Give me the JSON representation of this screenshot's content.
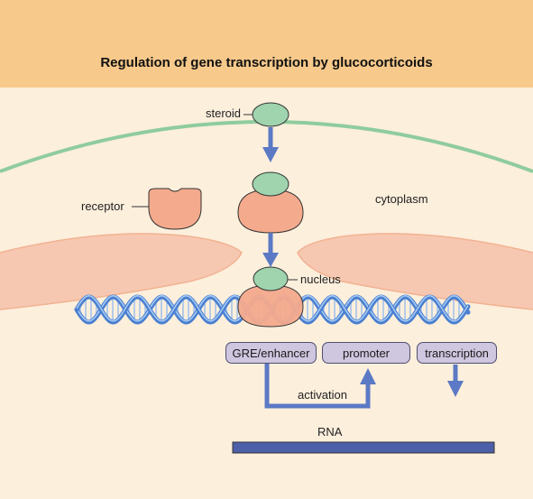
{
  "title": "Regulation of gene transcription by glucocorticoids",
  "labels": {
    "steroid": "steroid",
    "receptor": "receptor",
    "cytoplasm": "cytoplasm",
    "nucleus": "nucleus",
    "activation": "activation",
    "rna": "RNA"
  },
  "boxes": {
    "gre": "GRE/enhancer",
    "promoter": "promoter",
    "transcription": "transcription"
  },
  "colors": {
    "header": "#f7c98b",
    "background": "#fcefdc",
    "membrane": "#8fcc9d",
    "nuclear_envelope": "#f7c8b1",
    "receptor": "#f4aa8d",
    "steroid": "#9fd4ae",
    "arrow": "#5b79c4",
    "dna": "#4a7fd0",
    "box_fill": "#cfc6df",
    "rna": "#4d5fa8"
  }
}
